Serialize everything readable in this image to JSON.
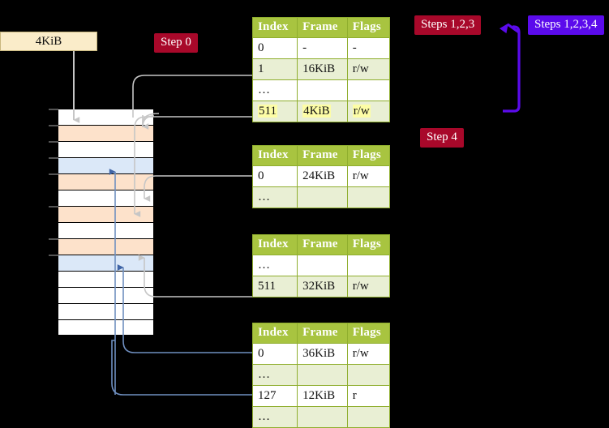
{
  "labels": {
    "step0": "Step 0",
    "step4": "Step 4",
    "steps123": "Steps 1,2,3",
    "steps1234": "Steps 1,2,3,4"
  },
  "colors": {
    "badge_red": "#a8082a",
    "badge_violet": "#5b0bec",
    "table_header": "#a8c440",
    "table_alt_row": "#e9efd4",
    "highlight": "#fdfda6",
    "mem_orange": "#fde2cb",
    "mem_blue": "#dbe8f8",
    "kib_box": "#faecc9",
    "grey_wire": "#bfbfbf",
    "blue_wire": "#6f8fc0"
  },
  "frame_box": {
    "label": "4KiB"
  },
  "memory_grid": {
    "rows": [
      {
        "fill": "white"
      },
      {
        "fill": "orange"
      },
      {
        "fill": "white"
      },
      {
        "fill": "blue"
      },
      {
        "fill": "orange"
      },
      {
        "fill": "white"
      },
      {
        "fill": "orange"
      },
      {
        "fill": "white"
      },
      {
        "fill": "orange"
      },
      {
        "fill": "blue"
      },
      {
        "fill": "white"
      },
      {
        "fill": "white"
      },
      {
        "fill": "white"
      },
      {
        "fill": "white"
      }
    ]
  },
  "tables": [
    {
      "name": "pml4-table",
      "headers": [
        "Index",
        "Frame",
        "Flags"
      ],
      "rows": [
        {
          "index": "0",
          "frame": "-",
          "flags": "-",
          "alt": false,
          "highlight": false
        },
        {
          "index": "1",
          "frame": "16KiB",
          "flags": "r/w",
          "alt": true,
          "highlight": false
        },
        {
          "index": "…",
          "frame": "",
          "flags": "",
          "alt": false,
          "highlight": false
        },
        {
          "index": "511",
          "frame": "4KiB",
          "flags": "r/w",
          "alt": true,
          "highlight": true
        }
      ]
    },
    {
      "name": "pdp-table",
      "headers": [
        "Index",
        "Frame",
        "Flags"
      ],
      "rows": [
        {
          "index": "0",
          "frame": "24KiB",
          "flags": "r/w",
          "alt": false,
          "highlight": false
        },
        {
          "index": "…",
          "frame": "",
          "flags": "",
          "alt": true,
          "highlight": false
        }
      ]
    },
    {
      "name": "pd-table",
      "headers": [
        "Index",
        "Frame",
        "Flags"
      ],
      "rows": [
        {
          "index": "…",
          "frame": "",
          "flags": "",
          "alt": false,
          "highlight": false
        },
        {
          "index": "511",
          "frame": "32KiB",
          "flags": "r/w",
          "alt": true,
          "highlight": false
        }
      ]
    },
    {
      "name": "pt-table",
      "headers": [
        "Index",
        "Frame",
        "Flags"
      ],
      "rows": [
        {
          "index": "0",
          "frame": "36KiB",
          "flags": "r/w",
          "alt": false,
          "highlight": false
        },
        {
          "index": "…",
          "frame": "",
          "flags": "",
          "alt": true,
          "highlight": false
        },
        {
          "index": "127",
          "frame": "12KiB",
          "flags": "r",
          "alt": false,
          "highlight": false
        },
        {
          "index": "…",
          "frame": "",
          "flags": "",
          "alt": true,
          "highlight": false
        }
      ]
    }
  ]
}
